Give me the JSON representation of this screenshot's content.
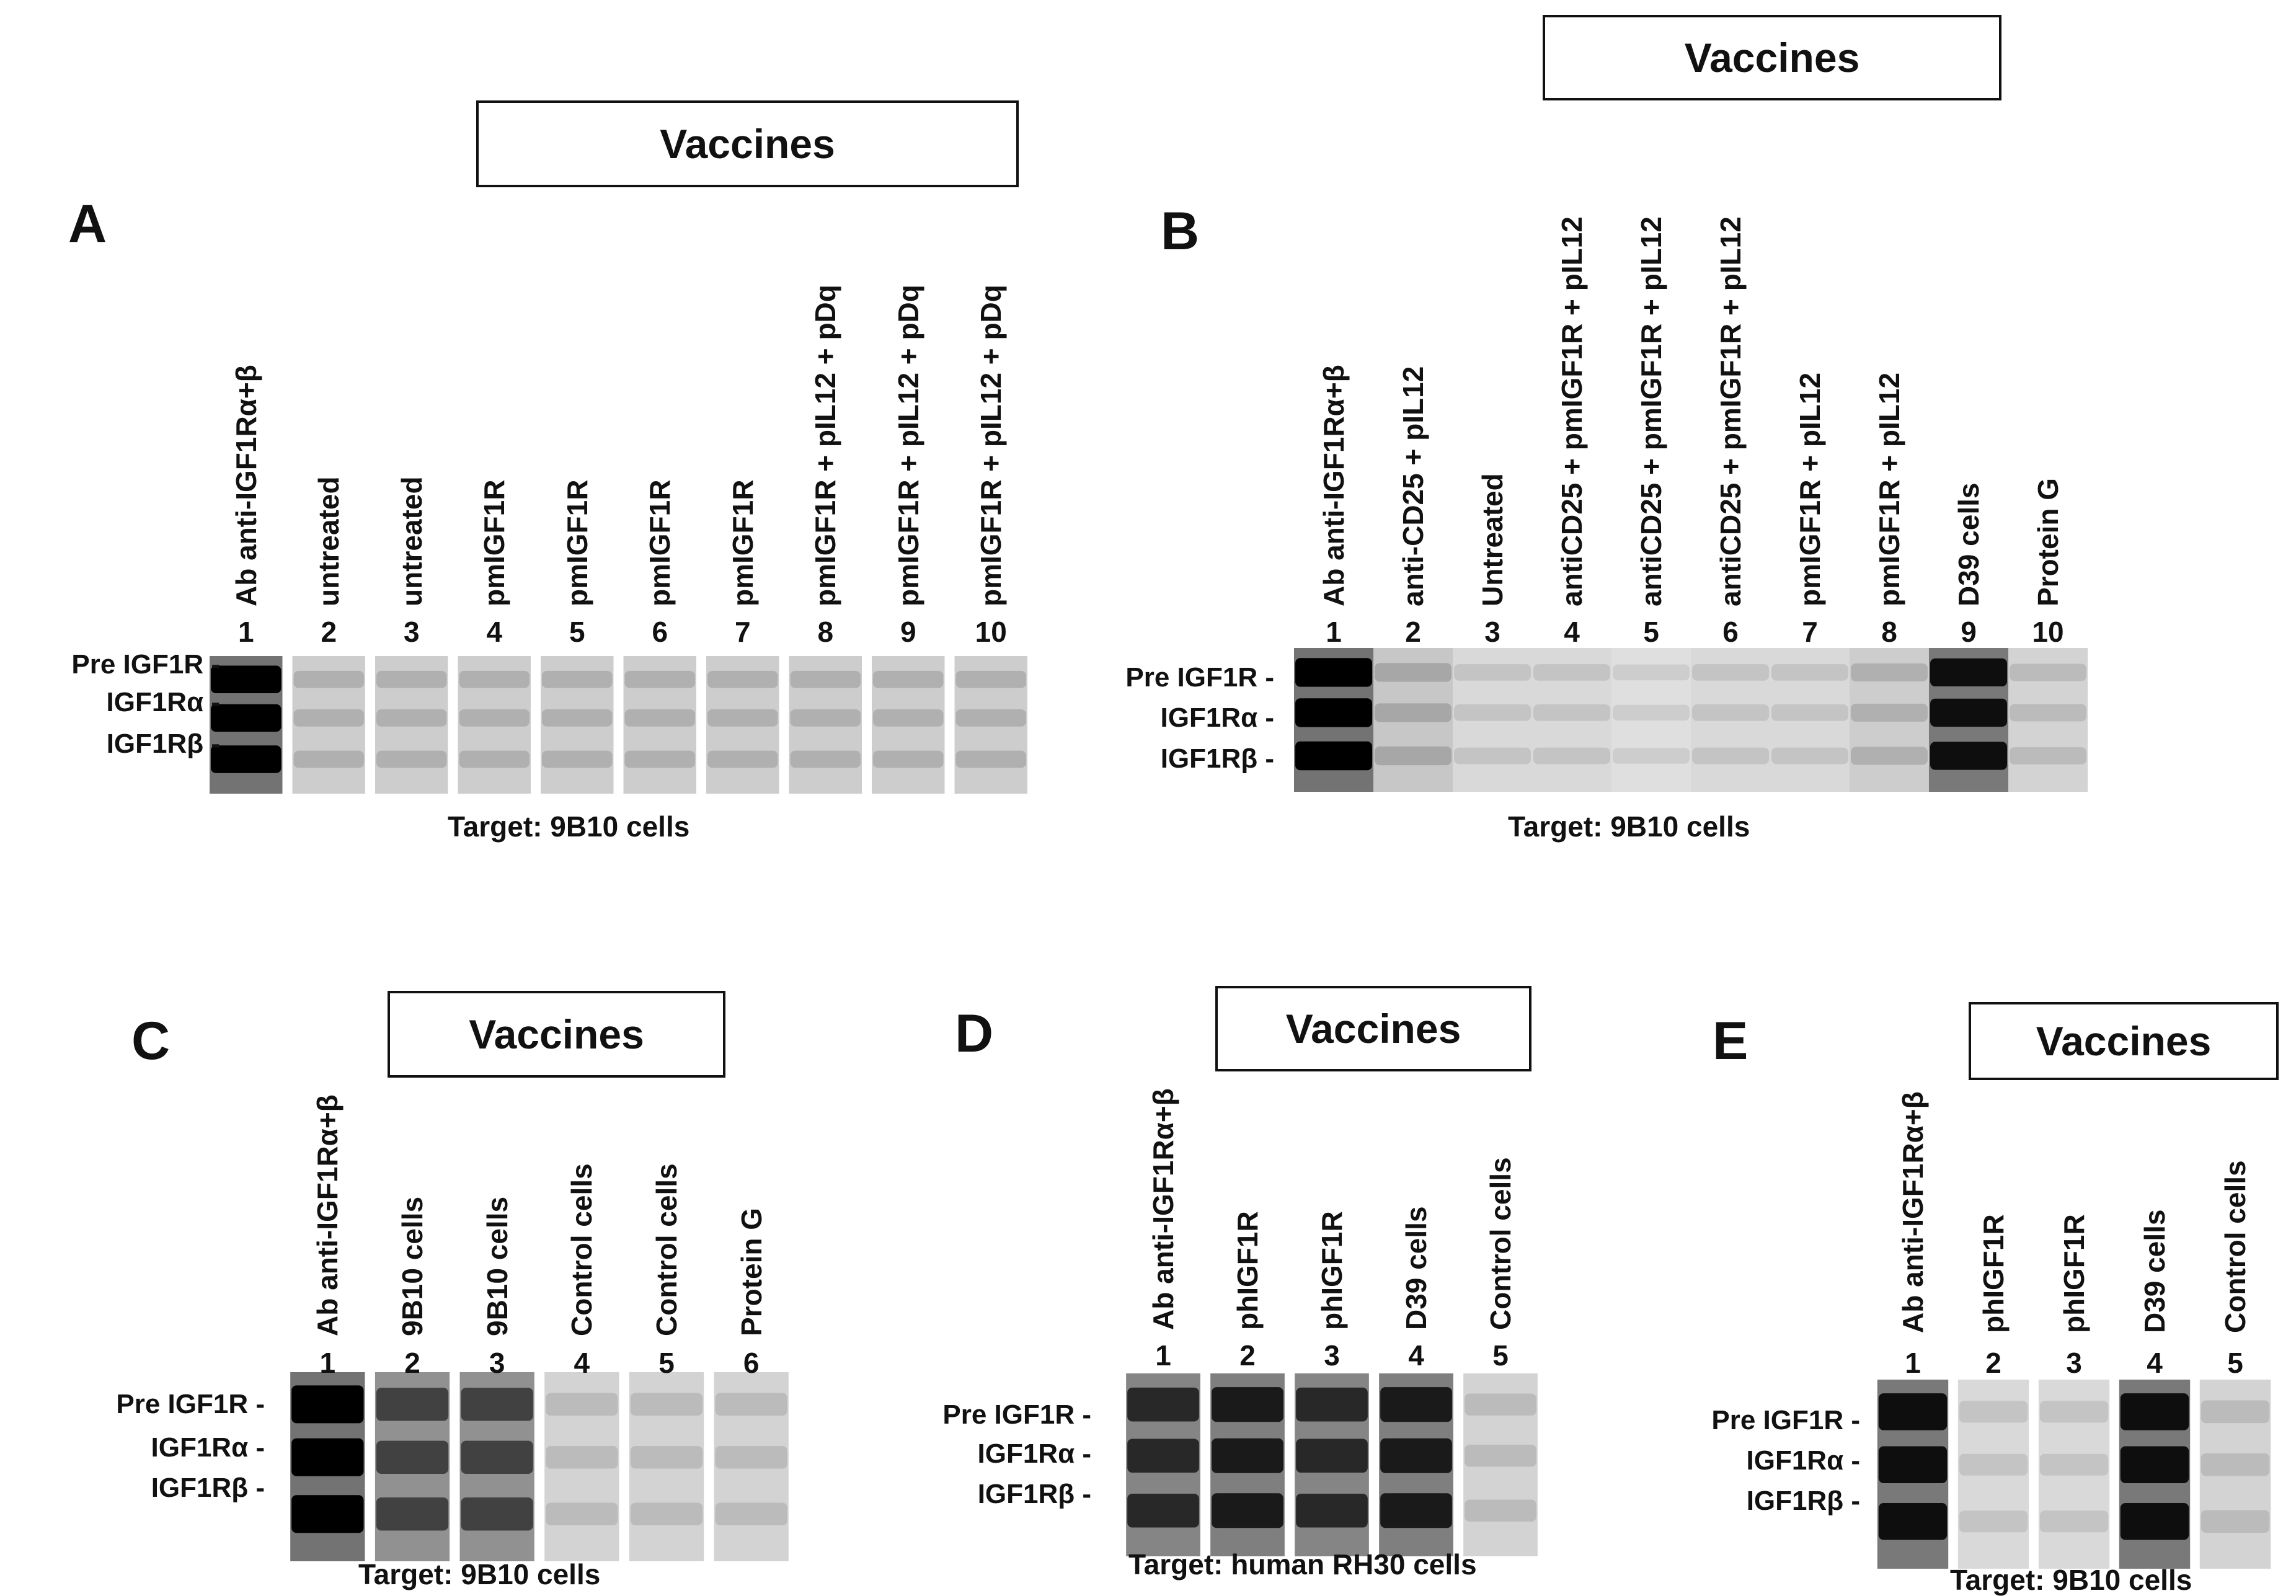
{
  "panels": [
    {
      "id": "A",
      "label": "A",
      "vaccines_label": "Vaccines",
      "lanes": [
        {
          "num": "1",
          "label": "Ab anti-IGF1Rα+β",
          "intensity": 1.0
        },
        {
          "num": "2",
          "label": "untreated",
          "intensity": 0.25
        },
        {
          "num": "3",
          "label": "untreated",
          "intensity": 0.25
        },
        {
          "num": "4",
          "label": "pmIGF1R",
          "intensity": 0.25
        },
        {
          "num": "5",
          "label": "pmIGF1R",
          "intensity": 0.25
        },
        {
          "num": "6",
          "label": "pmIGF1R",
          "intensity": 0.25
        },
        {
          "num": "7",
          "label": "pmIGF1R",
          "intensity": 0.25
        },
        {
          "num": "8",
          "label": "pmIGF1R + pIL12 + pDq",
          "intensity": 0.25
        },
        {
          "num": "9",
          "label": "pmIGF1R + pIL12 + pDq",
          "intensity": 0.25
        },
        {
          "num": "10",
          "label": "pmIGF1R + pIL12 + pDq",
          "intensity": 0.25
        }
      ],
      "band_labels": [
        "Pre IGF1R -",
        "IGF1Rα -",
        "IGF1Rβ -"
      ],
      "target": "Target: 9B10 cells"
    },
    {
      "id": "B",
      "label": "B",
      "vaccines_label": "Vaccines",
      "lanes": [
        {
          "num": "1",
          "label": "Ab anti-IGF1Rα+β",
          "intensity": 1.0
        },
        {
          "num": "2",
          "label": "anti-CD25 + pIL12",
          "intensity": 0.3
        },
        {
          "num": "3",
          "label": "Untreated",
          "intensity": 0.15
        },
        {
          "num": "4",
          "label": "antiCD25 + pmIGF1R + pIL12",
          "intensity": 0.15
        },
        {
          "num": "5",
          "label": "antiCD25 + pmIGF1R + pIL12",
          "intensity": 0.1
        },
        {
          "num": "6",
          "label": "antiCD25 + pmIGF1R + pIL12",
          "intensity": 0.15
        },
        {
          "num": "7",
          "label": "pmIGF1R + pIL12",
          "intensity": 0.15
        },
        {
          "num": "8",
          "label": "pmIGF1R + pIL12",
          "intensity": 0.25
        },
        {
          "num": "9",
          "label": "D39 cells",
          "intensity": 0.95
        },
        {
          "num": "10",
          "label": "Protein G",
          "intensity": 0.2
        }
      ],
      "band_labels": [
        "Pre IGF1R -",
        "IGF1Rα -",
        "IGF1Rβ -"
      ],
      "target": "Target: 9B10 cells"
    },
    {
      "id": "C",
      "label": "C",
      "vaccines_label": "Vaccines",
      "lanes": [
        {
          "num": "1",
          "label": "Ab anti-IGF1Rα+β",
          "intensity": 1.0
        },
        {
          "num": "2",
          "label": "9B10 cells",
          "intensity": 0.75
        },
        {
          "num": "3",
          "label": "9B10 cells",
          "intensity": 0.75
        },
        {
          "num": "4",
          "label": "Control cells",
          "intensity": 0.2
        },
        {
          "num": "5",
          "label": "Control cells",
          "intensity": 0.2
        },
        {
          "num": "6",
          "label": "Protein G",
          "intensity": 0.2
        }
      ],
      "band_labels": [
        "Pre IGF1R -",
        "IGF1Rα -",
        "IGF1Rβ -"
      ],
      "target": "Target: 9B10 cells"
    },
    {
      "id": "D",
      "label": "D",
      "vaccines_label": "Vaccines",
      "lanes": [
        {
          "num": "1",
          "label": "Ab anti-IGF1Rα+β",
          "intensity": 0.85
        },
        {
          "num": "2",
          "label": "phIGF1R",
          "intensity": 0.9
        },
        {
          "num": "3",
          "label": "phIGF1R",
          "intensity": 0.85
        },
        {
          "num": "4",
          "label": "D39 cells",
          "intensity": 0.9
        },
        {
          "num": "5",
          "label": "Control cells",
          "intensity": 0.2
        }
      ],
      "band_labels": [
        "Pre IGF1R -",
        "IGF1Rα -",
        "IGF1Rβ -"
      ],
      "target": "Target: human RH30 cells"
    },
    {
      "id": "E",
      "label": "E",
      "vaccines_label": "Vaccines",
      "lanes": [
        {
          "num": "1",
          "label": "Ab anti-IGF1Rα+β",
          "intensity": 0.95
        },
        {
          "num": "2",
          "label": "phIGF1R",
          "intensity": 0.15
        },
        {
          "num": "3",
          "label": "phIGF1R",
          "intensity": 0.15
        },
        {
          "num": "4",
          "label": "D39 cells",
          "intensity": 0.95
        },
        {
          "num": "5",
          "label": "Control cells",
          "intensity": 0.2
        }
      ],
      "band_labels": [
        "Pre IGF1R -",
        "IGF1Rα -",
        "IGF1Rβ -"
      ],
      "target": "Target: 9B10 cells"
    }
  ]
}
